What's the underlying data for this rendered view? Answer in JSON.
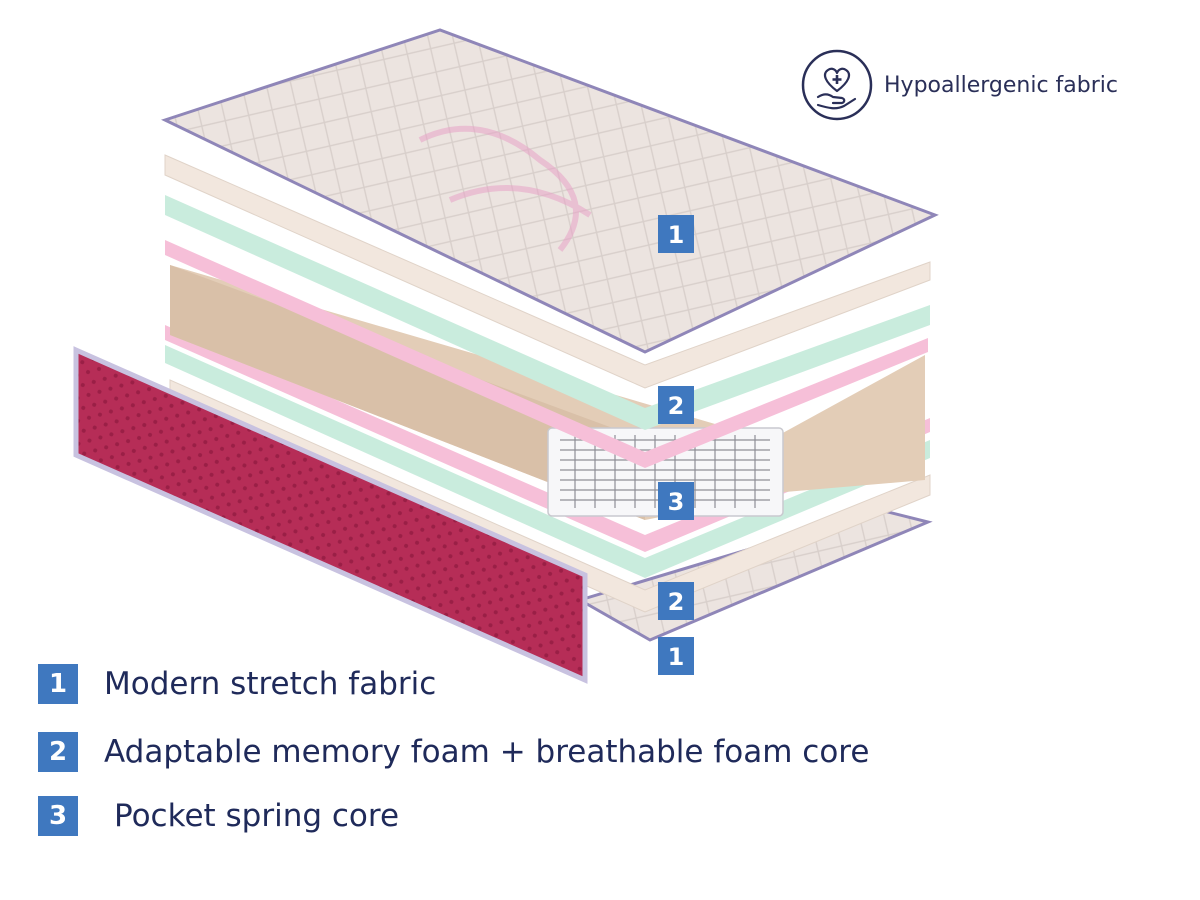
{
  "feature": {
    "label": "Hypoallergenic fabric",
    "icon": "heart-hand-icon"
  },
  "badges": {
    "top_fabric": "1",
    "upper_foam": "2",
    "spring_core": "3",
    "lower_foam": "2",
    "bottom_fabric": "1"
  },
  "legend": [
    {
      "num": "1",
      "text": "Modern stretch fabric"
    },
    {
      "num": "2",
      "text": "Adaptable memory foam + breathable foam core"
    },
    {
      "num": "3",
      "text": "Pocket spring core"
    }
  ],
  "colors": {
    "badge": "#3f78bf",
    "legend_text": "#1f2a5a",
    "quilt_fabric": "#ece4e0",
    "comfort_foam": "#f2e7de",
    "mint_foam": "#c9ecdd",
    "pink_foam": "#f6bfd8",
    "core_block": "#e3cdb7",
    "side_panel": "#b62d57"
  }
}
